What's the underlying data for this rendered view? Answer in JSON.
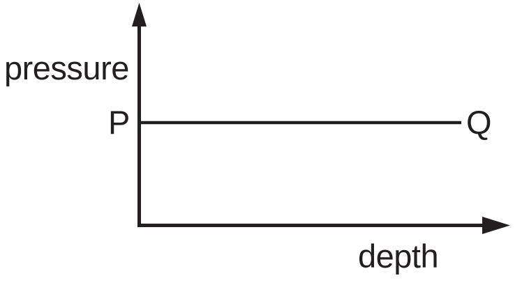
{
  "figure": {
    "type": "line-graph-sketch",
    "background_color": "#ffffff",
    "ink_color": "#231f20"
  },
  "chart_data": {
    "type": "line",
    "title": "",
    "xlabel": "depth",
    "ylabel": "pressure",
    "x": [
      0,
      1
    ],
    "series": [
      {
        "name": "P-Q",
        "values": [
          1,
          1
        ],
        "start_point_label": "P",
        "end_point_label": "Q",
        "description": "constant pressure independent of depth"
      }
    ],
    "annotations": [
      {
        "text": "P",
        "position": "y-axis-intercept"
      },
      {
        "text": "Q",
        "position": "line-right-end"
      }
    ],
    "axes": {
      "x_axis": {
        "label": "depth",
        "arrow": true,
        "ticks": [],
        "tick_labels": []
      },
      "y_axis": {
        "label": "pressure",
        "arrow": true,
        "ticks": [
          "P"
        ],
        "tick_labels": [
          "P"
        ]
      }
    },
    "grid": false,
    "legend": false
  },
  "labels": {
    "y_axis_title": "pressure",
    "x_axis_title": "depth",
    "point_p": "P",
    "point_q": "Q"
  }
}
